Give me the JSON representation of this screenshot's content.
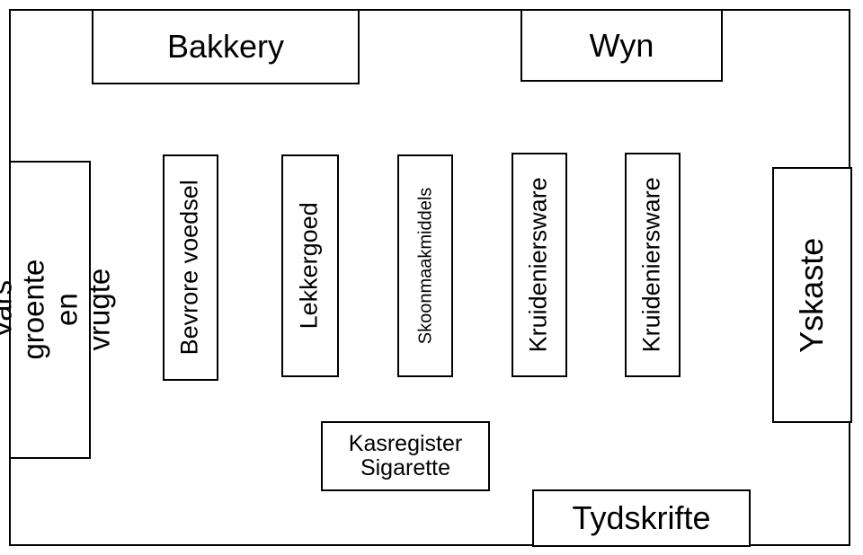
{
  "sections": {
    "bakery": "Bakkery",
    "wine": "Wyn",
    "fresh_produce": [
      "Vars groente",
      "en vrugte"
    ],
    "frozen_food": "Bevrore voedsel",
    "sweets": "Lekkergoed",
    "cleaning": "Skoonmaakmiddels",
    "groceries_1": "Kruideniersware",
    "groceries_2": "Kruideniersware",
    "freezers": "Yskaste",
    "checkout": [
      "Kasregister",
      "Sigarette"
    ],
    "magazines": "Tydskrifte"
  }
}
